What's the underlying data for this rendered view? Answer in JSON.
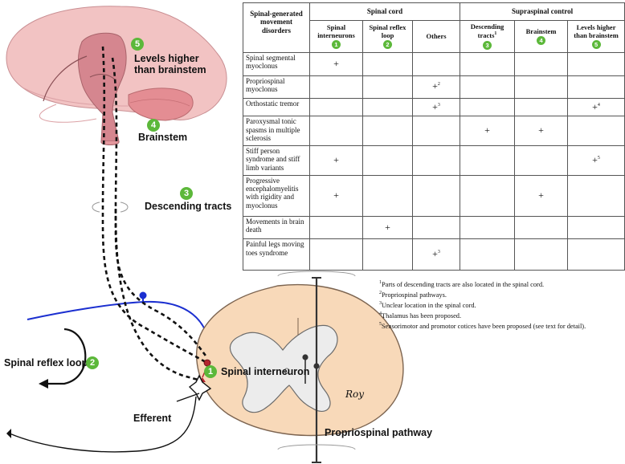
{
  "colors": {
    "brain": "#f2c3c3",
    "brain_dark": "#d88e92",
    "brainstem": "#e7979b",
    "spinal_outer": "#f8d9b9",
    "grey_matter": "#ececec",
    "reflex_line": "#1b2fd0",
    "badge": "#5cb83a"
  },
  "labels": {
    "higher": {
      "badge": "5",
      "line1": "Levels higher",
      "line2": "than brainstem"
    },
    "brainstem": {
      "badge": "4",
      "text": "Brainstem"
    },
    "descending": {
      "badge": "3",
      "text": "Descending tracts"
    },
    "reflex": {
      "badge": "2",
      "text": "Spinal reflex loop"
    },
    "interneuron": {
      "badge": "1",
      "text": "Spinal interneuron"
    },
    "efferent": "Efferent",
    "propriospinal": "Propriospinal pathway",
    "signature": "Roy"
  },
  "table": {
    "corner": "Spinal-generated movement disorders",
    "group_spinal": "Spinal cord",
    "group_supra": "Supraspinal control",
    "columns": [
      {
        "text": "Spinal interneurons",
        "badge": "1",
        "sup": ""
      },
      {
        "text": "Spinal reflex loop",
        "badge": "2",
        "sup": ""
      },
      {
        "text": "Others",
        "badge": "",
        "sup": ""
      },
      {
        "text": "Descending tracts",
        "badge": "3",
        "sup": "1"
      },
      {
        "text": "Brainstem",
        "badge": "4",
        "sup": ""
      },
      {
        "text": "Levels higher than brainstem",
        "badge": "5",
        "sup": ""
      }
    ],
    "rows": [
      {
        "name": "Spinal segmental myoclonus",
        "cells": [
          "+",
          "",
          "",
          "",
          "",
          ""
        ]
      },
      {
        "name": "Propriospinal myoclonus",
        "cells": [
          "",
          "",
          "+2",
          "",
          "",
          ""
        ]
      },
      {
        "name": "Orthostatic tremor",
        "cells": [
          "",
          "",
          "+3",
          "",
          "",
          "+4"
        ]
      },
      {
        "name": "Paroxysmal tonic spasms in multiple sclerosis",
        "cells": [
          "",
          "",
          "",
          "+",
          "+",
          ""
        ]
      },
      {
        "name": "Stiff person syndrome and stiff limb variants",
        "cells": [
          "+",
          "",
          "",
          "",
          "",
          "+5"
        ]
      },
      {
        "name": "Progressive encephalomyelitis with rigidity and myoclonus",
        "cells": [
          "+",
          "",
          "",
          "",
          "+",
          ""
        ]
      },
      {
        "name": "Movements in brain death",
        "cells": [
          "",
          "+",
          "",
          "",
          "",
          ""
        ]
      },
      {
        "name": "Painful legs moving toes syndrome",
        "cells": [
          "",
          "",
          "+3",
          "",
          "",
          ""
        ]
      }
    ]
  },
  "footnotes": [
    {
      "num": "1",
      "text": "Parts of descending tracts are also located in the spinal cord."
    },
    {
      "num": "2",
      "text": "Propriospinal pathways."
    },
    {
      "num": "3",
      "text": "Unclear location in the spinal cord."
    },
    {
      "num": "4",
      "text": "Thalamus has been proposed."
    },
    {
      "num": "5",
      "text": "Sensorimotor and promotor cotices have been proposed (see text for detail)."
    }
  ]
}
